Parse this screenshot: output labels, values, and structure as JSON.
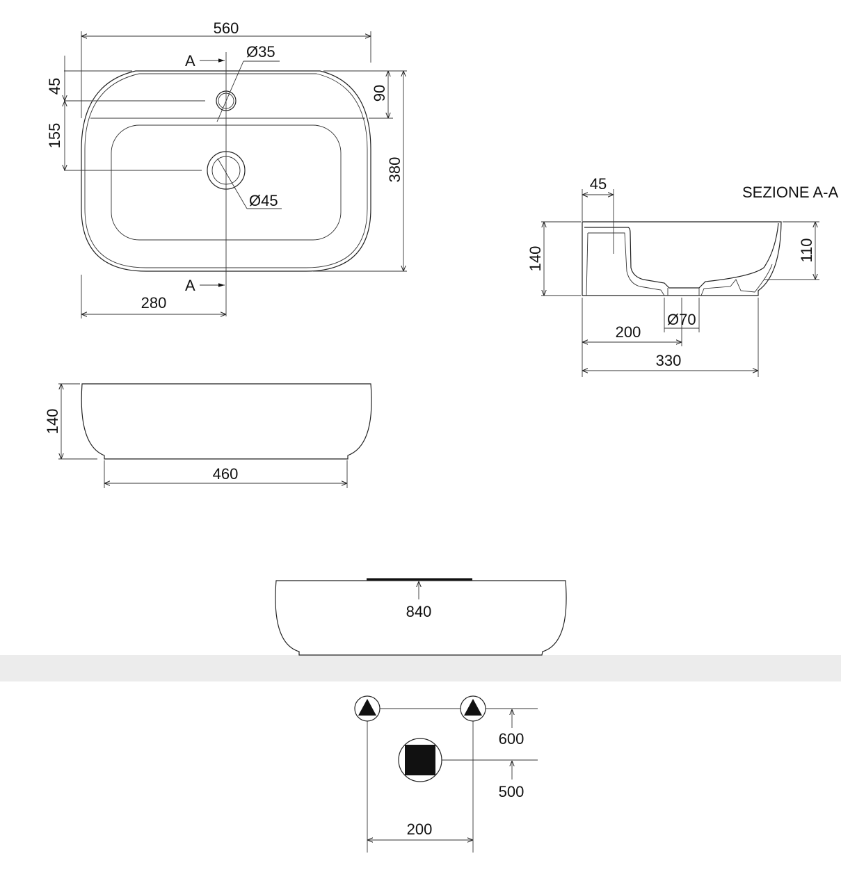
{
  "top_view": {
    "width_label": "560",
    "section_marker_top": "A",
    "section_marker_bottom": "A",
    "tap_hole_label": "Ø35",
    "drain_label": "Ø45",
    "tap_offset_label": "45",
    "drain_offset_label": "155",
    "deck_depth_label": "90",
    "depth_label": "380",
    "center_offset_label": "280"
  },
  "front_view": {
    "height_label": "140",
    "base_width_label": "460"
  },
  "section_view": {
    "title": "SEZIONE A-A",
    "tap_offset_label": "45",
    "height_label": "140",
    "inner_depth_label": "110",
    "drain_label": "Ø70",
    "drain_offset_label": "200",
    "depth_label": "330"
  },
  "installation_view": {
    "height_label": "840"
  },
  "connections_view": {
    "supply_height_label": "600",
    "waste_height_label": "500",
    "spacing_label": "200"
  },
  "colors": {
    "line": "#222222",
    "band": "#ececec"
  }
}
